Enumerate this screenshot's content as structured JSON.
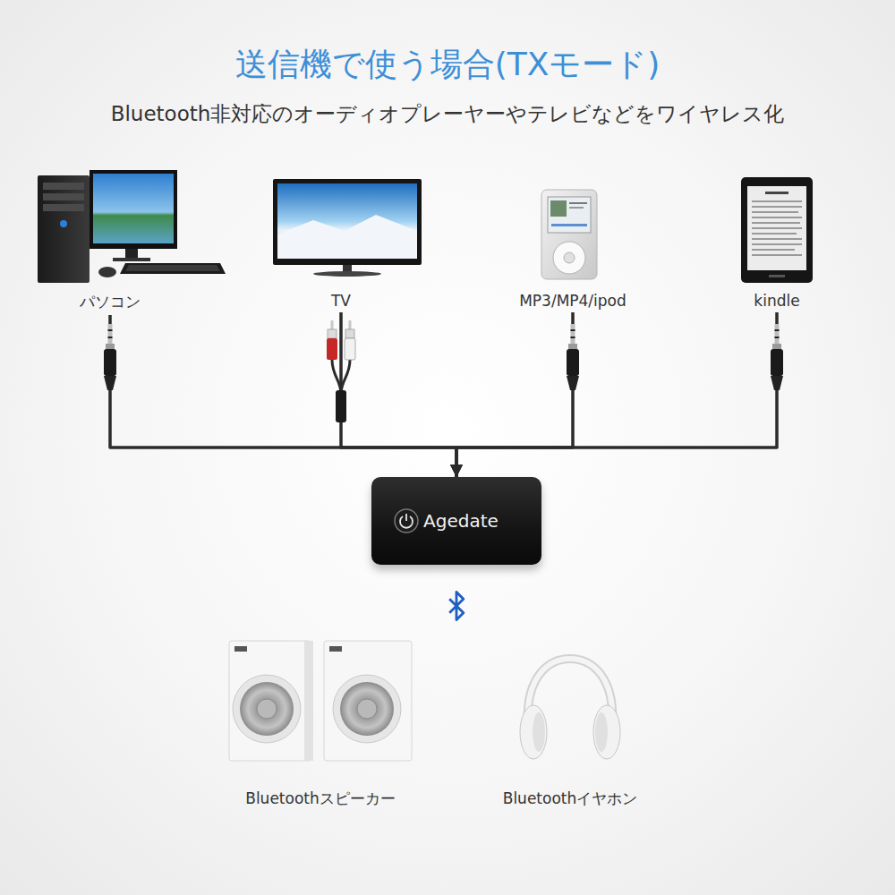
{
  "diagram": {
    "title": "送信機で使う場合(TXモード)",
    "nodes": [
      {
        "text": [
          "パソコン"
        ]
      },
      {
        "text": [
          "TV"
        ]
      },
      {
        "text": [
          "MP3/MP4/ipod"
        ]
      },
      {
        "text": [
          "kindle"
        ]
      },
      {
        "text": [
          "Agedate"
        ]
      },
      {
        "text": [
          "Bluetoothスピーカー"
        ]
      },
      {
        "text": [
          "Bluetoothイヤホン"
        ]
      }
    ],
    "edges": [
      {
        "from": 0,
        "to": 4,
        "arrow": "to"
      },
      {
        "from": 1,
        "to": 4,
        "arrow": "to"
      },
      {
        "from": 2,
        "to": 4,
        "arrow": "to"
      },
      {
        "from": 3,
        "to": 4,
        "arrow": "to"
      }
    ],
    "labels": [
      "Bluetooth非対応のオーディオプレーヤーやテレビなどをワイヤレス化"
    ]
  }
}
